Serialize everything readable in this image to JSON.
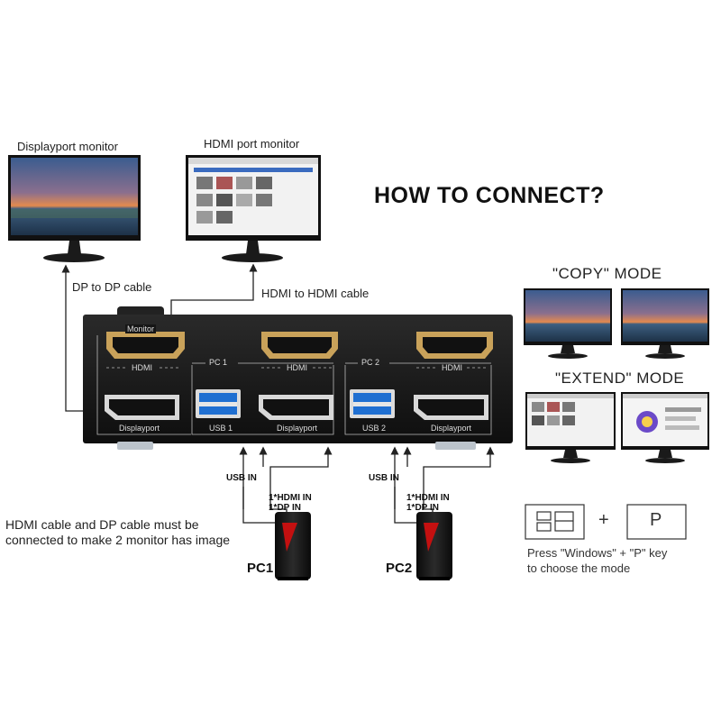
{
  "title": "HOW TO CONNECT?",
  "monitors": {
    "dp_label": "Displayport monitor",
    "hdmi_label": "HDMI port monitor"
  },
  "cables": {
    "dp": "DP to DP cable",
    "hdmi": "HDMI to HDMI cable"
  },
  "device": {
    "monitor_group": "Monitor",
    "pc1_group": "PC 1",
    "pc2_group": "PC 2",
    "hdmi": "HDMI",
    "displayport": "Displayport",
    "usb1": "USB 1",
    "usb2": "USB 2"
  },
  "inputs": {
    "usb_in": "USB IN",
    "hdmi_in": "1*HDMI IN",
    "dp_in": "1*DP IN"
  },
  "pcs": {
    "pc1": "PC1",
    "pc2": "PC2"
  },
  "modes": {
    "copy": "\"COPY\" MODE",
    "extend": "\"EXTEND\" MODE"
  },
  "note": {
    "line1": "HDMI cable and DP cable must be",
    "line2": "connected to make 2 monitor has image"
  },
  "shortcut": {
    "plus": "+",
    "key": "P",
    "line1": "Press \"Windows\" + \"P\" key",
    "line2": "to choose the mode"
  }
}
